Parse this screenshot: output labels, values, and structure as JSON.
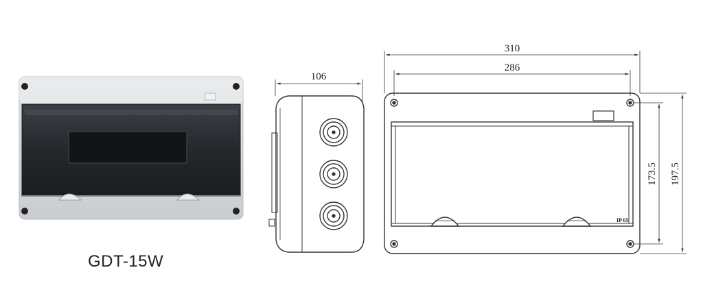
{
  "product": {
    "model_name": "GDT-15W"
  },
  "dimensions": {
    "side_depth": "106",
    "overall_width": "310",
    "mounting_hole_spacing_horizontal": "286",
    "mounting_hole_spacing_vertical": "173.5",
    "overall_height": "197.5",
    "ip_rating_marking": "IP 65"
  },
  "views": {
    "side_view_cable_entries": 3
  },
  "colors": {
    "line": "#333333",
    "photo_body": "#d7d9db",
    "photo_window": "#2b2f33"
  }
}
